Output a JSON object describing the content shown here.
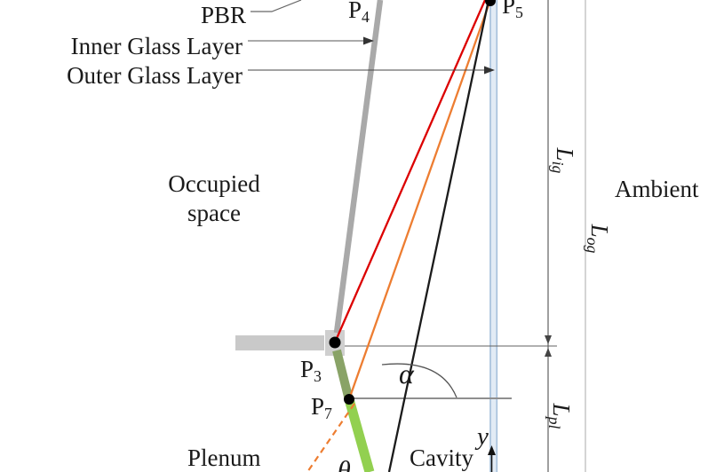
{
  "colors": {
    "red_ray": "#dc0000",
    "orange_ray": "#ed7d31",
    "black_ray": "#1b1b1b",
    "pbr_upper": "#89a367",
    "pbr_lower": "#92d050",
    "inner_glass": "#a9a9a9",
    "slab_gray": "#c9c9c9",
    "block_gray": "#cfcfcf",
    "glass_fill": "#e2ebf5",
    "glass_edge": "#a7c1dc",
    "dim_dark": "#606060",
    "dim_light": "#b8b8b8",
    "leader_gray": "#555555"
  },
  "labels": {
    "pbr": "PBR",
    "inner_glass": "Inner Glass Layer",
    "outer_glass": "Outer Glass Layer",
    "occupied_1": "Occupied",
    "occupied_2": "space",
    "ambient": "Ambient",
    "plenum": "Plenum",
    "cavity": "Cavity"
  },
  "points": {
    "p3": {
      "main": "P",
      "sub": "3"
    },
    "p4": {
      "main": "P",
      "sub": "4"
    },
    "p5": {
      "main": "P",
      "sub": "5"
    },
    "p7": {
      "main": "P",
      "sub": "7"
    }
  },
  "angles": {
    "alpha": "α",
    "theta": "θ"
  },
  "axes": {
    "y": "y"
  },
  "dimensions": {
    "lig": {
      "main": "L",
      "sub": "ig"
    },
    "log": {
      "main": "L",
      "sub": "og"
    },
    "lpl": {
      "main": "L",
      "sub": "pl"
    }
  }
}
